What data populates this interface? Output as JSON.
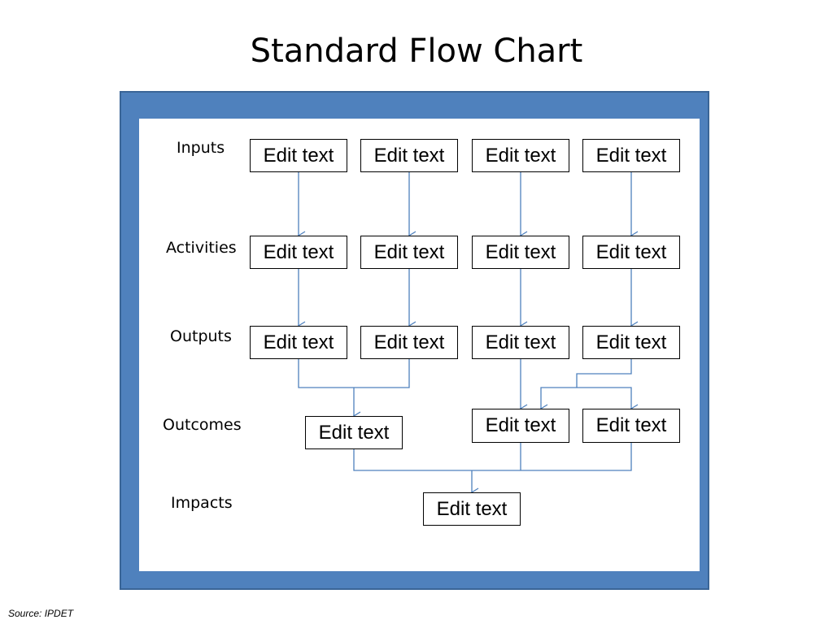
{
  "title": "Standard Flow Chart",
  "colors": {
    "frame": "#4f81bd",
    "connector": "#4f81bd"
  },
  "rows": {
    "inputs": "Inputs",
    "activities": "Activities",
    "outputs": "Outputs",
    "outcomes": "Outcomes",
    "impacts": "Impacts"
  },
  "boxes": {
    "inputs": [
      "Edit text",
      "Edit text",
      "Edit text",
      "Edit text"
    ],
    "activities": [
      "Edit text",
      "Edit text",
      "Edit text",
      "Edit text"
    ],
    "outputs": [
      "Edit text",
      "Edit text",
      "Edit text",
      "Edit text"
    ],
    "outcomes": [
      "Edit text",
      "Edit text",
      "Edit text"
    ],
    "impacts": [
      "Edit text"
    ]
  },
  "source": "Source: IPDET"
}
